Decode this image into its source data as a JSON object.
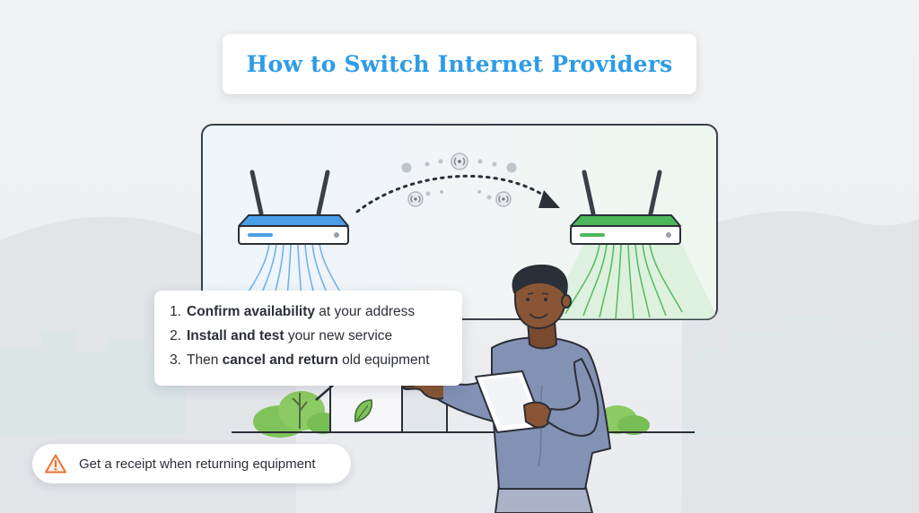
{
  "title": "How to Switch Internet Providers",
  "steps": [
    {
      "number": "1.",
      "bold": "Confirm availability",
      "rest": " at your address"
    },
    {
      "number": "2.",
      "bold": "Install and test",
      "rest": " your new service"
    },
    {
      "number": "3.",
      "prefix": "Then ",
      "bold": "cancel and return",
      "rest": " old equipment"
    }
  ],
  "tip": {
    "text": "Get a receipt when returning equipment",
    "icon": "warning-triangle-icon"
  },
  "icons": {
    "old_router": "router-icon",
    "new_router": "router-icon",
    "signal": "wifi-signal-icon",
    "arrow": "arrow-right-icon",
    "person": "person-illustration",
    "tablet": "tablet-icon",
    "house": "house-icon",
    "leaf": "leaf-icon"
  },
  "colors": {
    "title": "#2e9be6",
    "old_provider": "#4a9ee8",
    "new_provider": "#4cb859",
    "warning": "#e8743a",
    "text": "#2b2f38"
  }
}
